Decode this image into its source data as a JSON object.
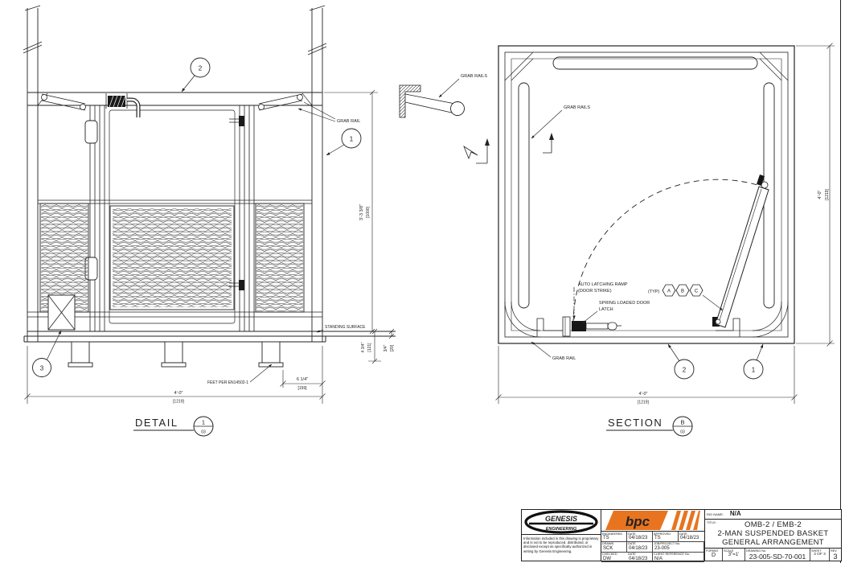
{
  "colors": {
    "ink": "#222222",
    "accent_orange": "#e87420",
    "paper": "#ffffff"
  },
  "detail": {
    "view_label": "DETAIL",
    "view_num": "1",
    "view_sheet": "03",
    "balloon_1": "1",
    "balloon_2": "2",
    "balloon_3": "3",
    "grab_rail": "GRAB RAIL",
    "standing_surface": "STANDING SURFACE",
    "feet_note": "FEET PER EN14502-1",
    "dim_height": "3'-3 3/8\"",
    "dim_height_mm": "[1000]",
    "dim_toe": "4 3/4\"",
    "dim_toe_mm": "[121]",
    "dim_floor": "3/4\"",
    "dim_floor_mm": "[20]",
    "dim_foot": "6 1/4\"",
    "dim_foot_mm": "[159]",
    "dim_width": "4'-0\"",
    "dim_width_mm": "[1219]"
  },
  "section": {
    "view_label": "SECTION",
    "view_num": "B",
    "view_sheet": "03",
    "balloon_1": "1",
    "balloon_2": "2",
    "grab_rails_outer": "GRAB RAILS",
    "grab_rails_inner": "GRAB RAILS",
    "grab_rail_bottom": "GRAB RAIL",
    "auto_latch_1": "AUTO LATCHING RAMP",
    "auto_latch_2": "(DOOR STRIKE)",
    "spring_latch_1": "SPRING LOADED DOOR",
    "spring_latch_2": "LATCH",
    "typ": "(TYP)",
    "hex_a": "A",
    "hex_b": "B",
    "hex_c": "C",
    "dim_width": "4'-0\"",
    "dim_width_mm": "[1219]",
    "dim_height": "4'-0\"",
    "dim_height_mm": "[1219]"
  },
  "title_block": {
    "genesis_line1": "GENESIS",
    "genesis_line2": "ENGINEERING",
    "bpc_text": "bpc",
    "disclaimer": "Information included in this drawing is proprietary and is not to be reproduced, distributed, or disclosed except as specifically authorized in writing by Genesis Engineering.",
    "engineered_label": "ENGINEERED",
    "engineered": "TS",
    "date_label1": "DATE",
    "date1": "04/18/23",
    "approved_label": "APPROVED",
    "approved": "TS",
    "date_label2": "DATE",
    "date2": "04/18/23",
    "drawn_label": "DRAWN",
    "drawn": "SCK",
    "date_label3": "DATE",
    "date3": "04/18/23",
    "job_label": "JOB/PROJECT No.",
    "job": "23-005",
    "checked_label": "CHECKED",
    "checked": "DW",
    "date_label4": "DATE",
    "date4": "04/18/23",
    "client_label": "CLIENT REFERENCE No.",
    "client": "N/A",
    "rig_name_label": "RIG NAME:",
    "rig_name": "N/A",
    "title_label": "TITLE:",
    "title_line1": "OMB-2 / EMB-2",
    "title_line2": "2-MAN SUSPENDED BASKET",
    "title_line3": "GENERAL ARRANGEMENT",
    "format_label": "FORMAT",
    "format": "D",
    "scale_label": "SCALE",
    "scale": "3\"=1'",
    "dwg_label": "DRAWING No.",
    "dwg": "23-005-SD-70-001",
    "sheet_label": "SHEET",
    "sheet": "3 OF 3",
    "rev_label": "REV",
    "rev": "3"
  }
}
